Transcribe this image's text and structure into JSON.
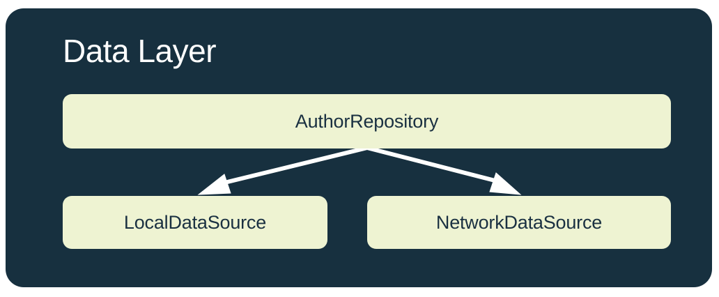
{
  "panel": {
    "title": "Data Layer",
    "background_color": "#17303F",
    "title_color": "#FFFFFF"
  },
  "theme": {
    "node_fill": "#EEF3D2",
    "node_text": "#1A3041",
    "arrow_color": "#FFFFFF",
    "page_background": "#FFFFFF"
  },
  "nodes": [
    {
      "id": "repository",
      "label": "AuthorRepository"
    },
    {
      "id": "local",
      "label": "LocalDataSource"
    },
    {
      "id": "network",
      "label": "NetworkDataSource"
    }
  ],
  "edges": [
    {
      "from": "repository",
      "to": "local",
      "style": "solid-arrow"
    },
    {
      "from": "repository",
      "to": "network",
      "style": "solid-arrow"
    }
  ]
}
